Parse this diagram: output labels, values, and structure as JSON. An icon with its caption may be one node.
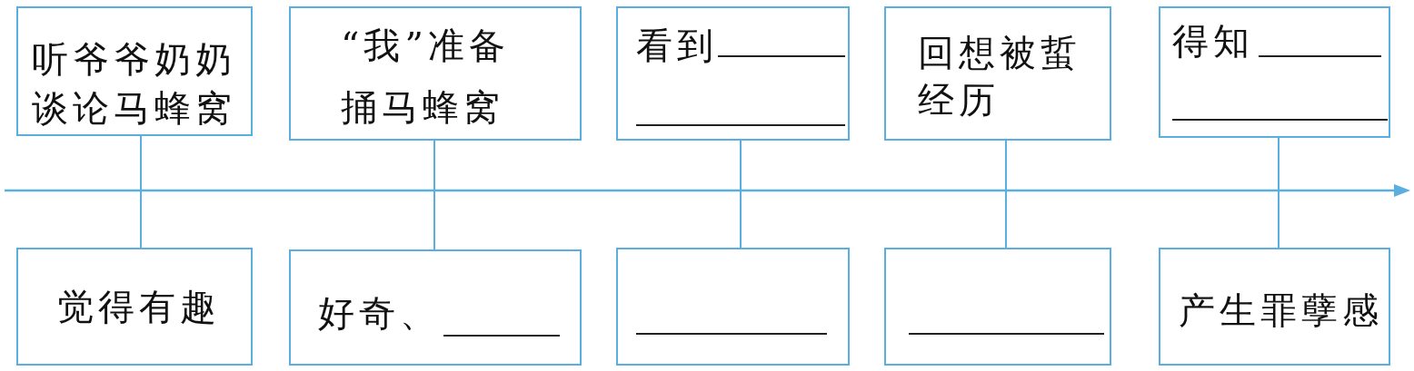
{
  "diagram": {
    "nodes": [
      {
        "text": [
          "听爷爷奶奶谈论马蜂窝"
        ]
      },
      {
        "text": [
          "“我”准备捅马蜂窝"
        ]
      },
      {
        "text": [
          "看到"
        ]
      },
      {
        "text": [
          "回想被蜇经历"
        ]
      },
      {
        "text": [
          "得知"
        ]
      },
      {
        "text": [
          "觉得有趣"
        ]
      },
      {
        "text": [
          "好奇、"
        ]
      },
      {
        "text": [],
        "shape": "box"
      },
      {
        "text": [],
        "shape": "box"
      },
      {
        "text": [
          "产生罪孽感"
        ]
      }
    ],
    "edges": [
      {
        "from": 0,
        "to": 5,
        "arrow": "none"
      },
      {
        "from": 1,
        "to": 6,
        "arrow": "none"
      },
      {
        "from": 2,
        "to": 7,
        "arrow": "none"
      },
      {
        "from": 3,
        "to": 8,
        "arrow": "none"
      },
      {
        "from": 4,
        "to": 9,
        "arrow": "none"
      }
    ]
  }
}
